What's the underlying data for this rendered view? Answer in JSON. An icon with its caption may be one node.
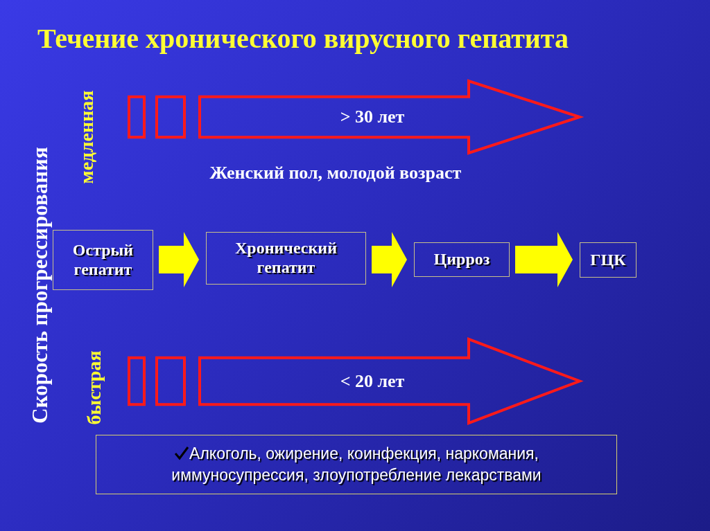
{
  "diagram": {
    "title": "Течение хронического вирусного гепатита",
    "nodes": [
      {
        "text": [
          "Острый гепатит"
        ]
      },
      {
        "text": [
          "Хронический гепатит"
        ]
      },
      {
        "text": [
          "Цирроз"
        ]
      },
      {
        "text": [
          "ГЦК"
        ]
      },
      {
        "text": [
          "> 30 лет"
        ]
      },
      {
        "text": [
          "< 20 лет"
        ]
      },
      {
        "text": [
          "Алкоголь, ожирение, коинфекция, наркомания, иммуносупрессия, злоупотребление лекарствами"
        ]
      }
    ],
    "edges": [
      {
        "from": 0,
        "to": 1,
        "arrow": "to",
        "style": "thick"
      },
      {
        "from": 1,
        "to": 2,
        "arrow": "to",
        "style": "thick"
      },
      {
        "from": 2,
        "to": 3,
        "arrow": "to",
        "style": "thick"
      }
    ],
    "labels": [
      "медленная",
      "Женский пол, молодой возраст",
      "Скорость прогрессирования",
      "быстрая"
    ]
  }
}
